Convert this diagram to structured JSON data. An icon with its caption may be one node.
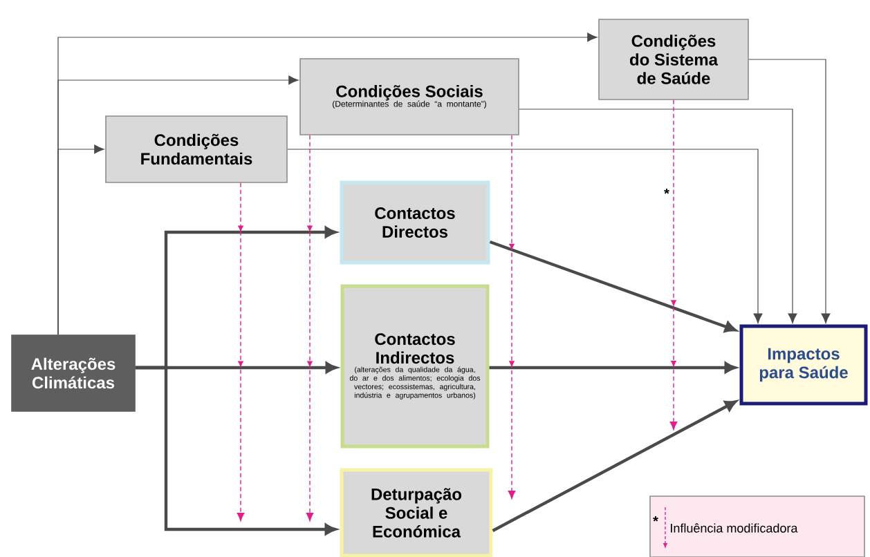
{
  "diagram": {
    "nodes": [
      {
        "text": [
          "Condições do Sistema de Saúde"
        ]
      },
      {
        "text": [
          "Condições Sociais",
          "(Determinantes de saúde “a montante”)"
        ]
      },
      {
        "text": [
          "Condições Fundamentais"
        ]
      },
      {
        "text": [
          "Contactos Directos"
        ]
      },
      {
        "text": [
          "Contactos Indirectos",
          "(alterações da qualidade da água, do ar e dos alimentos; ecologia dos vectores; ecossistemas, agricultura, indústria e agrupamentos urbanos)"
        ]
      },
      {
        "text": [
          "Deturpação Social e Económica"
        ]
      },
      {
        "text": [
          "Alterações Climáticas"
        ]
      },
      {
        "text": [
          "Impactos para Saúde"
        ]
      }
    ],
    "edges": [
      {
        "from": 6,
        "to": 0,
        "arrow": "to"
      },
      {
        "from": 6,
        "to": 1,
        "arrow": "to"
      },
      {
        "from": 6,
        "to": 2,
        "arrow": "to"
      },
      {
        "from": 6,
        "to": 3,
        "arrow": "to",
        "style": "thick"
      },
      {
        "from": 6,
        "to": 4,
        "arrow": "to",
        "style": "thick"
      },
      {
        "from": 6,
        "to": 5,
        "arrow": "to",
        "style": "thick"
      },
      {
        "from": 3,
        "to": 7,
        "arrow": "to",
        "style": "thick"
      },
      {
        "from": 4,
        "to": 7,
        "arrow": "to",
        "style": "thick"
      },
      {
        "from": 5,
        "to": 7,
        "arrow": "to",
        "style": "thick"
      },
      {
        "from": 2,
        "to": 7,
        "arrow": "to"
      },
      {
        "from": 1,
        "to": 7,
        "arrow": "to"
      },
      {
        "from": 0,
        "to": 7,
        "arrow": "to"
      },
      {
        "from": 2,
        "to": null,
        "arrow": "to",
        "style": "dashed",
        "color": "#e0208a"
      },
      {
        "from": 1,
        "to": null,
        "arrow": "to",
        "style": "dashed",
        "color": "#e0208a"
      },
      {
        "from": 1,
        "to": null,
        "arrow": "to",
        "style": "dashed",
        "color": "#e0208a"
      },
      {
        "from": 0,
        "to": null,
        "arrow": "to",
        "style": "dashed",
        "color": "#e0208a"
      }
    ],
    "labels": [
      "*",
      "*"
    ],
    "legend": [
      {
        "text": "Influência modificadora"
      }
    ]
  }
}
